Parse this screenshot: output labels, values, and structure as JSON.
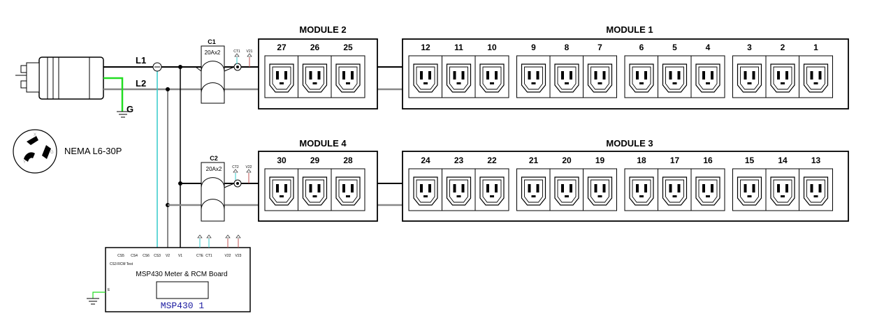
{
  "lines": {
    "l1": "L1",
    "l2": "L2",
    "ground": "G"
  },
  "plug_label": "NEMA L6-30P",
  "breakers": [
    {
      "id": "C1",
      "rating": "20Ax2",
      "ct_label": "CT1",
      "v_label": "V21"
    },
    {
      "id": "C2",
      "rating": "20Ax2",
      "ct_label": "CT2",
      "v_label": "V22"
    }
  ],
  "modules": [
    {
      "name": "MODULE 2",
      "outlets": [
        27,
        26,
        25
      ]
    },
    {
      "name": "MODULE 1",
      "outlets": [
        12,
        11,
        10,
        9,
        8,
        7,
        6,
        5,
        4,
        3,
        2,
        1
      ]
    },
    {
      "name": "MODULE 4",
      "outlets": [
        30,
        29,
        28
      ]
    },
    {
      "name": "MODULE 3",
      "outlets": [
        24,
        23,
        22,
        21,
        20,
        19,
        18,
        17,
        16,
        15,
        14,
        13
      ]
    }
  ],
  "board": {
    "title": "MSP430 Meter & RCM Board",
    "name": "MSP430 1",
    "ground_pin": "E",
    "pins": [
      "CS5",
      "CS4",
      "CS6",
      "CS3",
      "V2",
      "V1"
    ],
    "sub_label": "CS3 RCM Test",
    "terminals": [
      "CTE",
      "CT1",
      "V22",
      "V23"
    ]
  },
  "colors": {
    "ground": "#22dd22",
    "l1": "#000000",
    "l2": "#888888",
    "sense": "#33cccc",
    "board_title": "#1a1aa0"
  }
}
